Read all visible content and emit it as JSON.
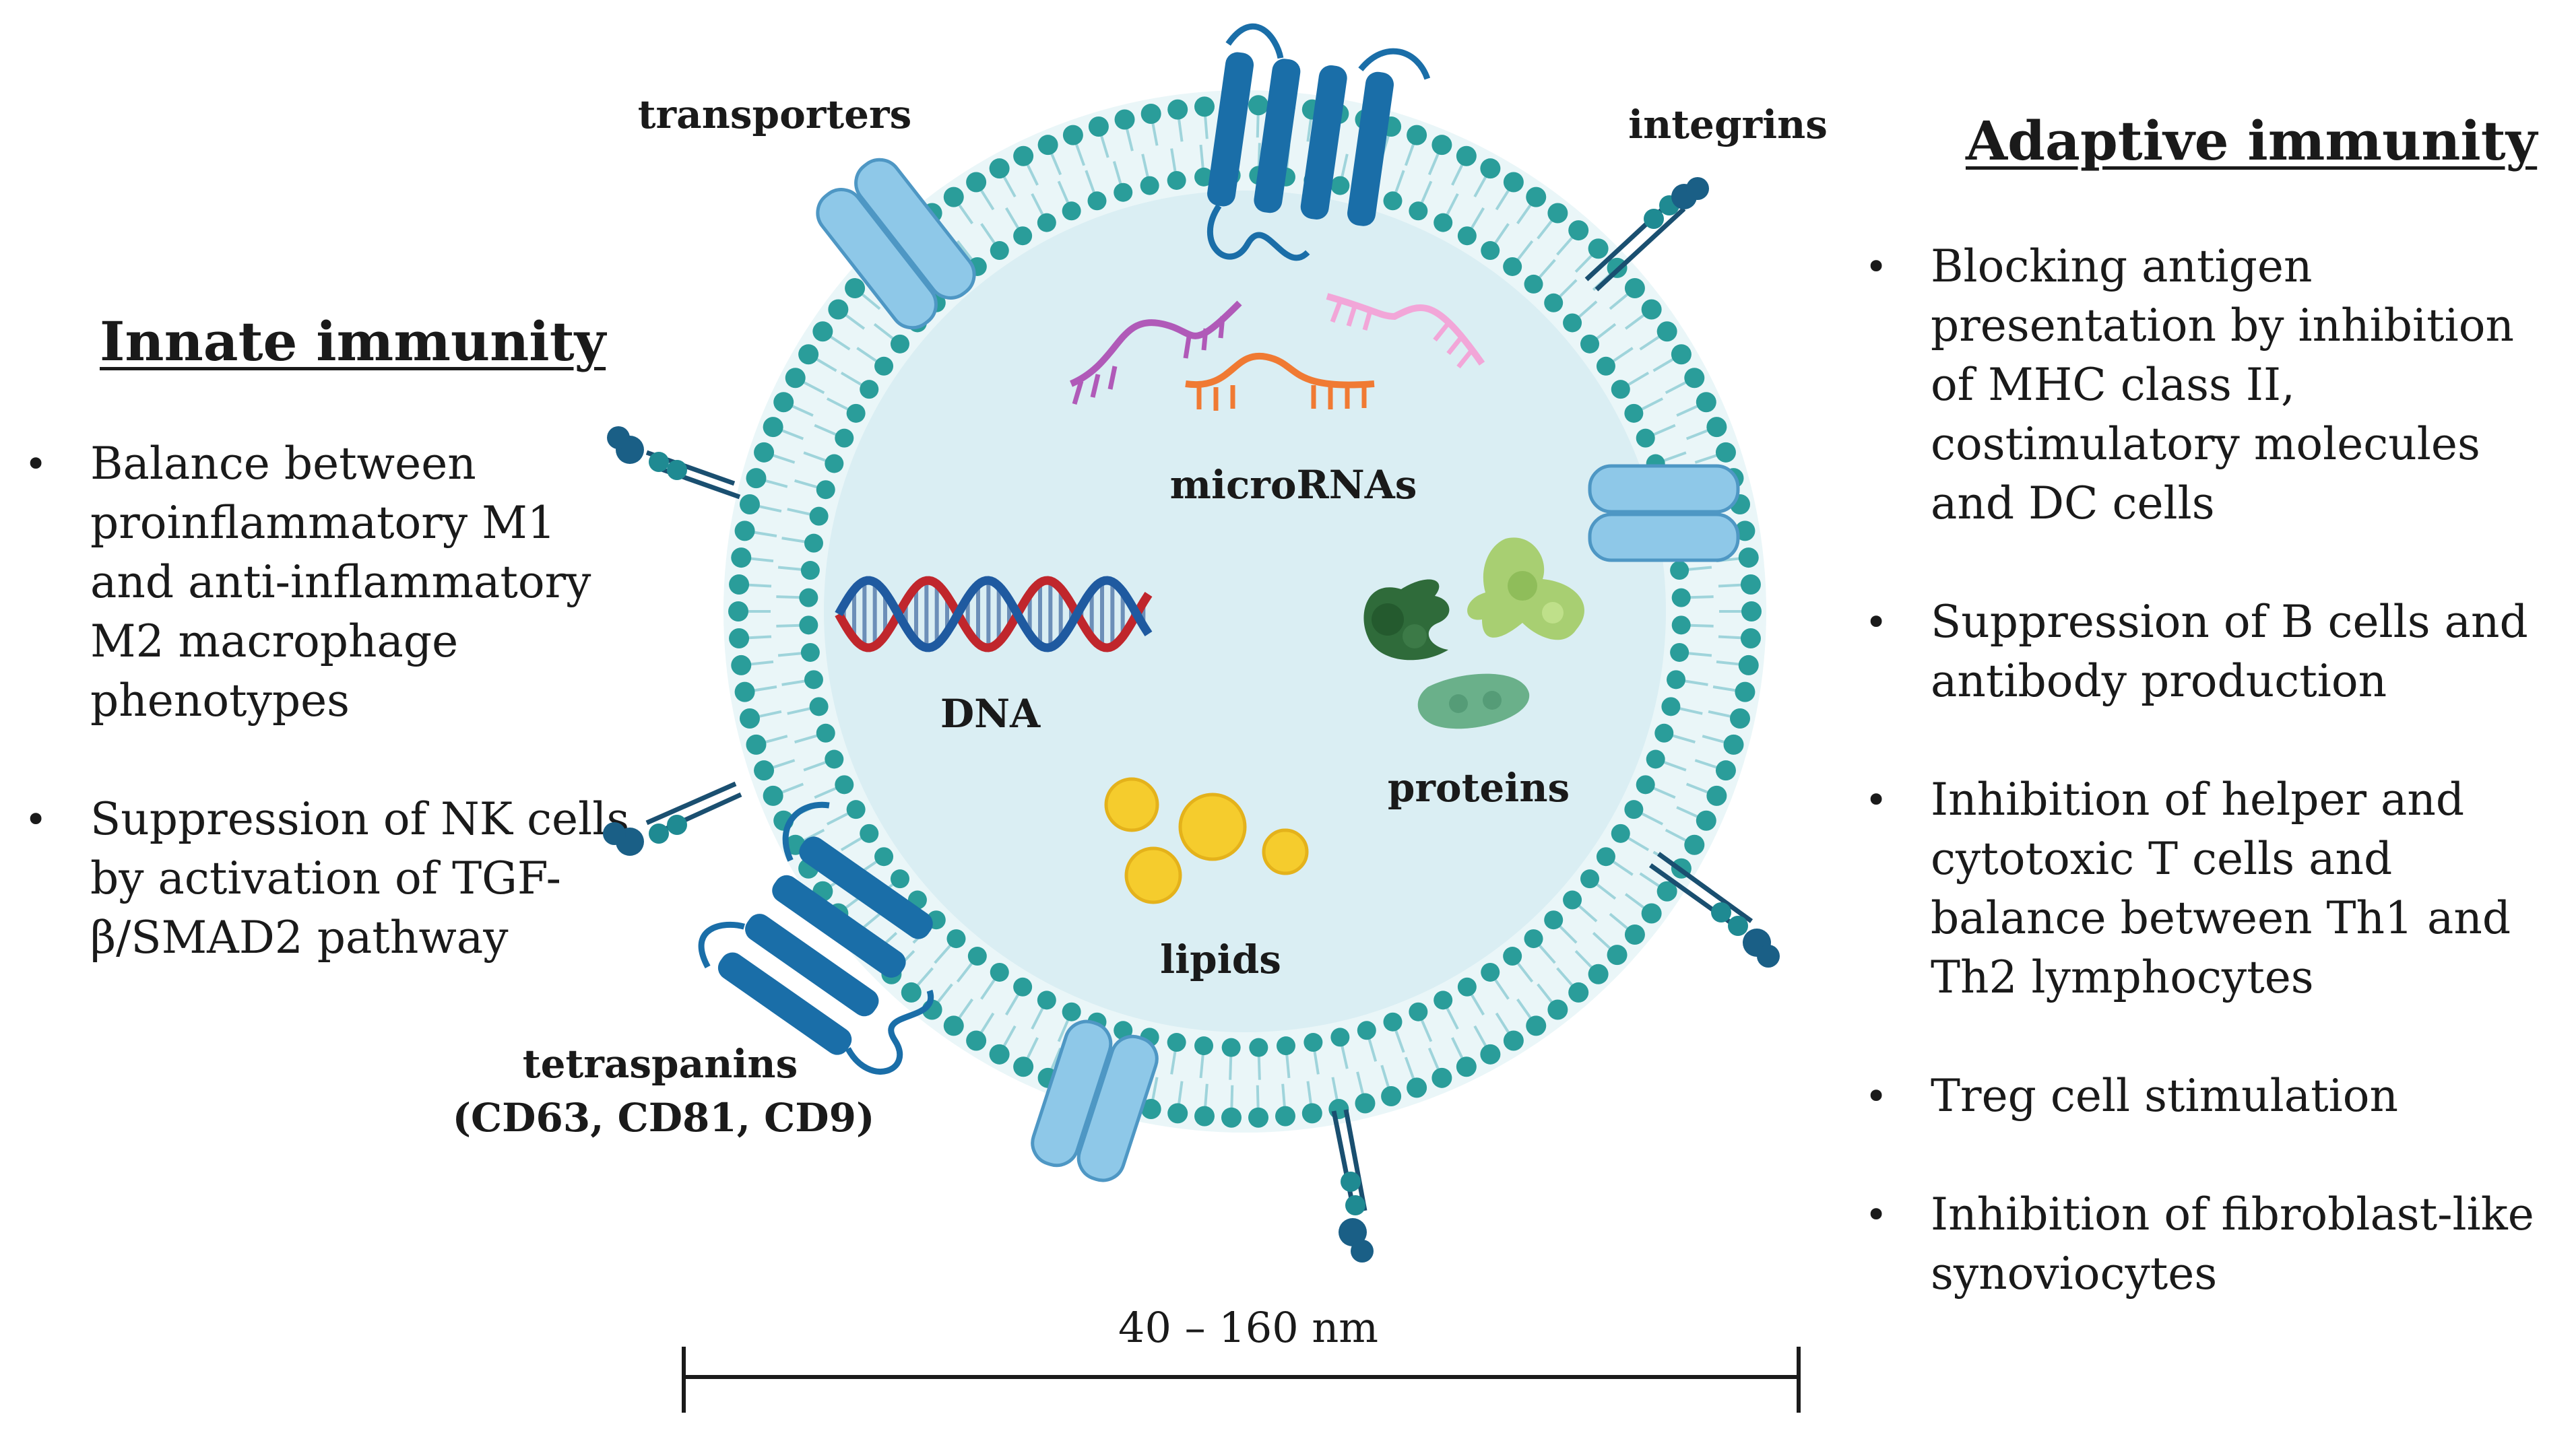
{
  "innate": {
    "title": "Innate immunity",
    "items": [
      "Balance between proinflammatory M1 and anti-inflammatory M2 macrophage phenotypes",
      "Suppression of NK cells by activation of TGF-β/SMAD2 pathway"
    ]
  },
  "adaptive": {
    "title": "Adaptive immunity",
    "items": [
      "Blocking antigen presentation by inhibition of MHC class II, costimulatory molecules and DC cells",
      "Suppression of B cells and antibody production",
      "Inhibition of helper and cytotoxic T cells and balance between Th1 and Th2 lymphocytes",
      "Treg cell stimulation",
      "Inhibition of fibroblast-like synoviocytes"
    ]
  },
  "vesicle": {
    "labels": {
      "transporters": "transporters",
      "integrins": "integrins",
      "tetraspanins_line1": "tetraspanins",
      "tetraspanins_line2": "(CD63, CD81, CD9)",
      "micrornas": "microRNAs",
      "dna": "DNA",
      "proteins": "proteins",
      "lipids": "lipids"
    }
  },
  "scale": {
    "label": "40 – 160 nm"
  },
  "colors": {
    "lumen": "#daeef3",
    "bilayer": "#eaf6f8",
    "head_group": "#2a9d9a",
    "tail": "#9fd4db",
    "transporter": "#8ec8e8",
    "tetraspanin": "#1a6ea8",
    "integrin": "#1a5f86",
    "dna_red": "#c0262c",
    "dna_blue": "#1f5aa0",
    "lipid": "#f5cc2d"
  }
}
